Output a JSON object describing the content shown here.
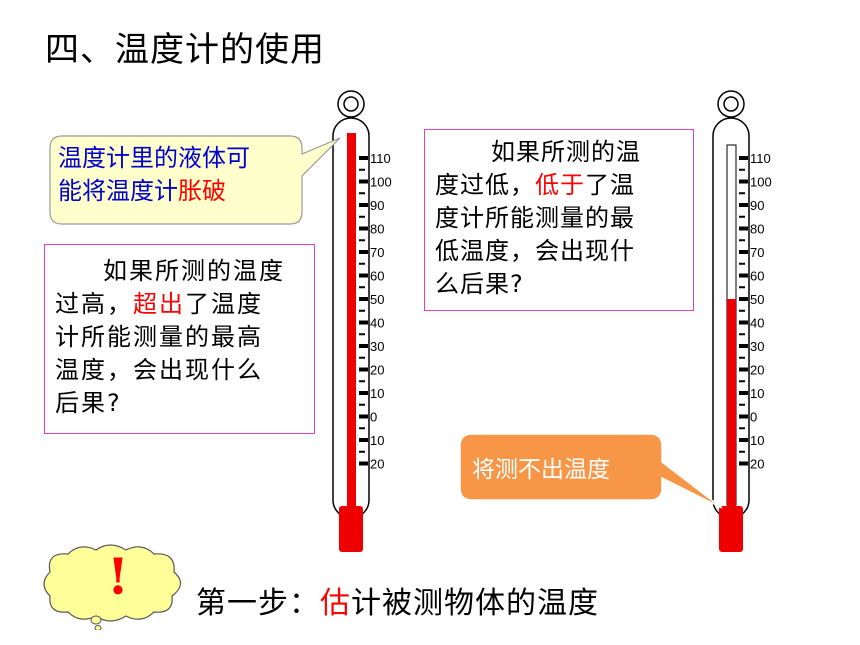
{
  "title": "四、温度计的使用",
  "left_box": {
    "line1": "如果所测的温度",
    "line2_a": "过高，",
    "line2_red": "超出",
    "line2_b": "了温度",
    "line3": "计所能测量的最高",
    "line4": "温度，会出现什么",
    "line5": "后果?"
  },
  "right_box": {
    "line1": "如果所测的温",
    "line2_a": "度过低，",
    "line2_red": "低于",
    "line2_b": "了温",
    "line3": "度计所能测量的最",
    "line4": "低温度，会出现什",
    "line5": "么后果?"
  },
  "callout_burst": {
    "line1": "温度计里的液体可",
    "line2_a": "能将温度计",
    "line2_red": "胀破"
  },
  "callout_unmeasurable": "将测不出温度",
  "scale_labels": [
    "110",
    "100",
    "90",
    "80",
    "70",
    "60",
    "50",
    "40",
    "30",
    "20",
    "10",
    "0",
    "10",
    "20"
  ],
  "thermometer_left_level": 1.0,
  "thermometer_right_level_value": 50,
  "step": {
    "prefix": "第一步：",
    "red": "估",
    "suffix": "计被测物体的温度"
  },
  "exclaim_mark": "!",
  "colors": {
    "liquid": "#ee0000",
    "callout_yellow": "#ffffcc",
    "callout_orange": "#f79646",
    "box_border": "#e040c0"
  }
}
